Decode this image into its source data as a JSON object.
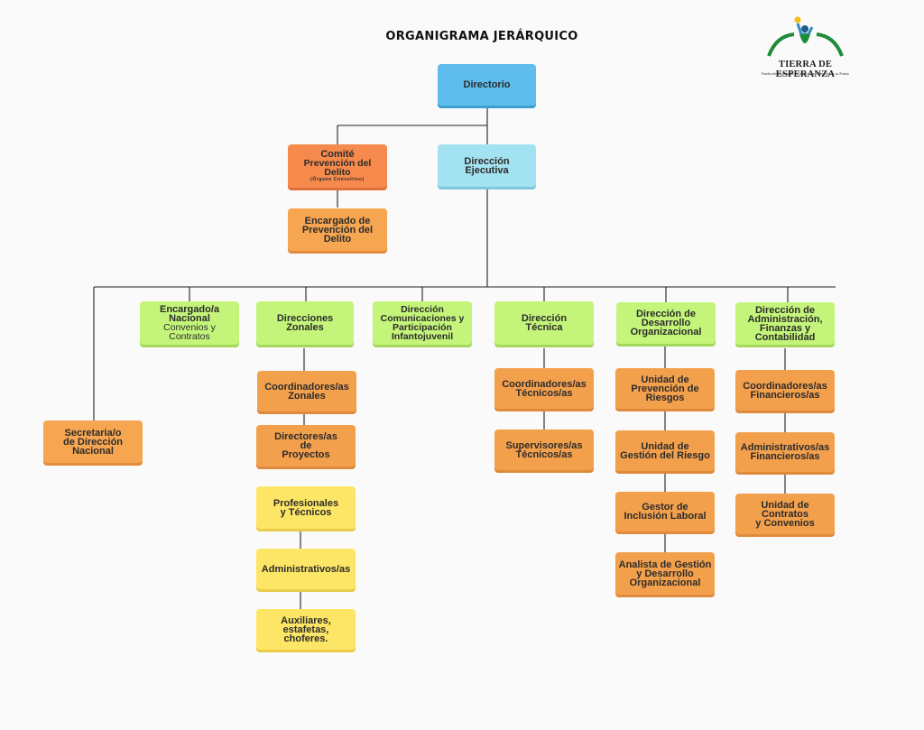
{
  "title": "ORGANIGRAMA JERÁRQUICO",
  "logo": {
    "name": "TIERRA DE ESPERANZA",
    "tagline": "Fundación Chilena por la Infancia, sus Derechos y su Futuro"
  },
  "nodes": {
    "directorio": {
      "l1": "Directorio"
    },
    "comite": {
      "l1": "Comité",
      "l2": "Prevención del Delito",
      "l3": "(Órgano Consultivo)"
    },
    "direccion_ejecutiva": {
      "l1": "Dirección\nEjecutiva"
    },
    "encargado_prevencion": {
      "l1": "Encargado de\nPrevención del Delito"
    },
    "encargado_nacional": {
      "l1": "Encargado/a\nNacional",
      "l2": "Convenios y Contratos"
    },
    "direcciones_zonales": {
      "l1": "Direcciones\nZonales"
    },
    "direccion_comunicaciones": {
      "l1": "Dirección\nComunicaciones y\nParticipación\nInfantojuvenil"
    },
    "direccion_tecnica": {
      "l1": "Dirección\nTécnica"
    },
    "direccion_desarrollo": {
      "l1": "Dirección de\nDesarrollo\nOrganizacional"
    },
    "direccion_administracion": {
      "l1": "Dirección de\nAdministración,\nFinanzas y\nContabilidad"
    },
    "secretaria": {
      "l1": "Secretaria/o\nde Dirección\nNacional"
    },
    "coordinadores_zonales": {
      "l1": "Coordinadores/as\nZonales"
    },
    "directores_proyectos": {
      "l1": "Directores/as\nde\nProyectos"
    },
    "profesionales": {
      "l1": "Profesionales\ny Técnicos"
    },
    "administrativos": {
      "l1": "Administrativos/as"
    },
    "auxiliares": {
      "l1": "Auxiliares, estafetas,\nchoferes."
    },
    "coordinadores_tecnicos": {
      "l1": "Coordinadores/as\nTécnicos/as"
    },
    "supervisores_tecnicos": {
      "l1": "Supervisores/as\nTécnicos/as"
    },
    "unidad_prevencion_riesgos": {
      "l1": "Unidad de\nPrevención de\nRiesgos"
    },
    "unidad_gestion_riesgo": {
      "l1": "Unidad de\nGestión del Riesgo"
    },
    "gestor_inclusion": {
      "l1": "Gestor de\nInclusión Laboral"
    },
    "analista_gestion": {
      "l1": "Analista de Gestión\ny Desarrollo\nOrganizacional"
    },
    "coordinadores_financieros": {
      "l1": "Coordinadores/as\nFinancieros/as"
    },
    "administrativos_financieros": {
      "l1": "Administrativos/as\nFinancieros/as"
    },
    "unidad_contratos": {
      "l1": "Unidad de Contratos\ny Convenios"
    }
  },
  "colors": {
    "blue": "#5ebdec",
    "light_blue": "#a3e2f0",
    "orange": "#f6a651",
    "green": "#c4f57a",
    "yellow": "#fde665",
    "line": "#222222"
  }
}
